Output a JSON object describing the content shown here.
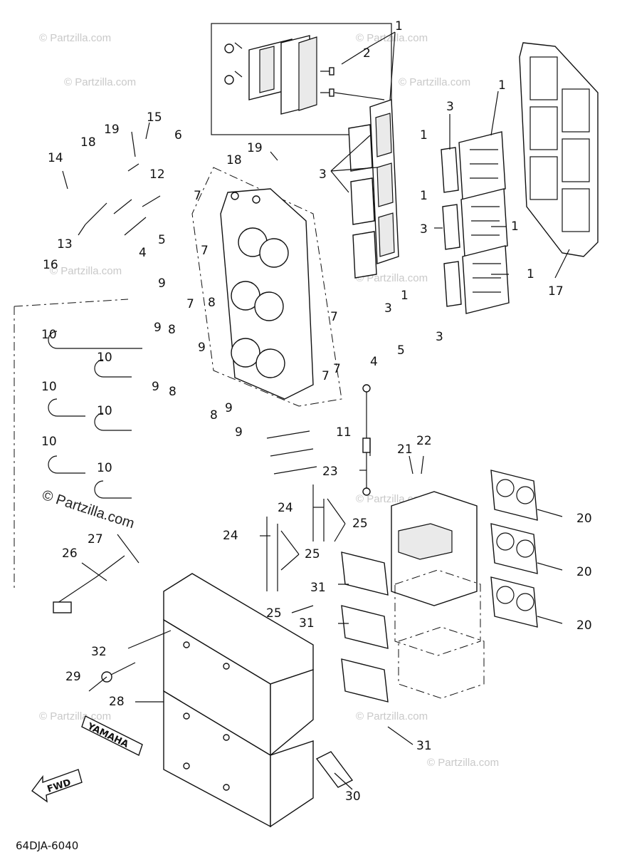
{
  "diagram_code": "64DJA-6040",
  "watermark": "© Partzilla.com",
  "fwd_label": "FWD",
  "label_tag_text": "YAMAHA",
  "callouts": [
    {
      "id": "c1a",
      "text": "1"
    },
    {
      "id": "c2",
      "text": "2"
    },
    {
      "id": "c1b",
      "text": "1"
    },
    {
      "id": "c1c",
      "text": "1"
    },
    {
      "id": "c1d",
      "text": "1"
    },
    {
      "id": "c1e",
      "text": "1"
    },
    {
      "id": "c1f",
      "text": "1"
    },
    {
      "id": "c1g",
      "text": "1"
    },
    {
      "id": "c3a",
      "text": "3"
    },
    {
      "id": "c3b",
      "text": "3"
    },
    {
      "id": "c3c",
      "text": "3"
    },
    {
      "id": "c3d",
      "text": "3"
    },
    {
      "id": "c3e",
      "text": "3"
    },
    {
      "id": "c4a",
      "text": "4"
    },
    {
      "id": "c4b",
      "text": "4"
    },
    {
      "id": "c5a",
      "text": "5"
    },
    {
      "id": "c5b",
      "text": "5"
    },
    {
      "id": "c6",
      "text": "6"
    },
    {
      "id": "c7a",
      "text": "7"
    },
    {
      "id": "c7b",
      "text": "7"
    },
    {
      "id": "c7c",
      "text": "7"
    },
    {
      "id": "c7d",
      "text": "7"
    },
    {
      "id": "c7e",
      "text": "7"
    },
    {
      "id": "c7f",
      "text": "7"
    },
    {
      "id": "c8a",
      "text": "8"
    },
    {
      "id": "c8b",
      "text": "8"
    },
    {
      "id": "c8c",
      "text": "8"
    },
    {
      "id": "c8d",
      "text": "8"
    },
    {
      "id": "c9a",
      "text": "9"
    },
    {
      "id": "c9b",
      "text": "9"
    },
    {
      "id": "c9c",
      "text": "9"
    },
    {
      "id": "c9d",
      "text": "9"
    },
    {
      "id": "c9e",
      "text": "9"
    },
    {
      "id": "c9f",
      "text": "9"
    },
    {
      "id": "c10a",
      "text": "10"
    },
    {
      "id": "c10b",
      "text": "10"
    },
    {
      "id": "c10c",
      "text": "10"
    },
    {
      "id": "c10d",
      "text": "10"
    },
    {
      "id": "c10e",
      "text": "10"
    },
    {
      "id": "c10f",
      "text": "10"
    },
    {
      "id": "c11",
      "text": "11"
    },
    {
      "id": "c12",
      "text": "12"
    },
    {
      "id": "c13",
      "text": "13"
    },
    {
      "id": "c14",
      "text": "14"
    },
    {
      "id": "c15",
      "text": "15"
    },
    {
      "id": "c16",
      "text": "16"
    },
    {
      "id": "c17",
      "text": "17"
    },
    {
      "id": "c18a",
      "text": "18"
    },
    {
      "id": "c18b",
      "text": "18"
    },
    {
      "id": "c19a",
      "text": "19"
    },
    {
      "id": "c19b",
      "text": "19"
    },
    {
      "id": "c20a",
      "text": "20"
    },
    {
      "id": "c20b",
      "text": "20"
    },
    {
      "id": "c20c",
      "text": "20"
    },
    {
      "id": "c21",
      "text": "21"
    },
    {
      "id": "c22",
      "text": "22"
    },
    {
      "id": "c23",
      "text": "23"
    },
    {
      "id": "c24a",
      "text": "24"
    },
    {
      "id": "c24b",
      "text": "24"
    },
    {
      "id": "c25a",
      "text": "25"
    },
    {
      "id": "c25b",
      "text": "25"
    },
    {
      "id": "c25c",
      "text": "25"
    },
    {
      "id": "c26",
      "text": "26"
    },
    {
      "id": "c27",
      "text": "27"
    },
    {
      "id": "c28",
      "text": "28"
    },
    {
      "id": "c29",
      "text": "29"
    },
    {
      "id": "c30",
      "text": "30"
    },
    {
      "id": "c31a",
      "text": "31"
    },
    {
      "id": "c31b",
      "text": "31"
    },
    {
      "id": "c31c",
      "text": "31"
    },
    {
      "id": "c32",
      "text": "32"
    }
  ]
}
